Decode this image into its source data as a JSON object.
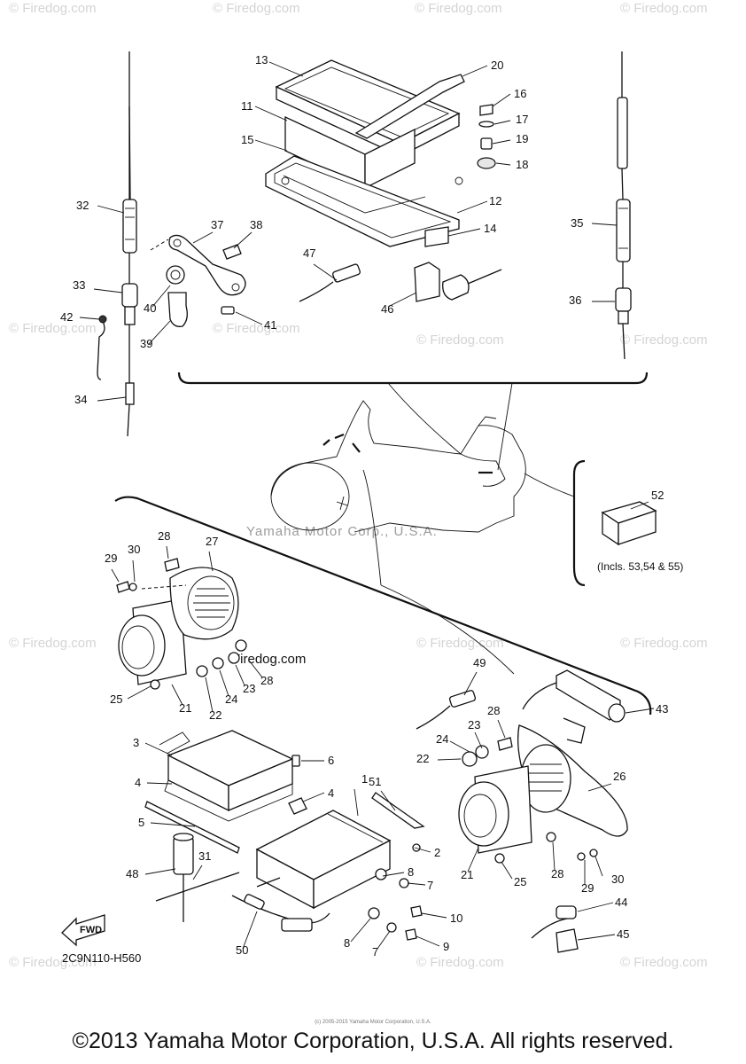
{
  "watermark": {
    "site": "© Firedog.com",
    "company_center": "Yamaha Motor Corp., U.S.A.",
    "inline": "Firedog.com"
  },
  "diagram": {
    "code": "2C9N110-H560",
    "fwd_label": "FWD",
    "note_52": "(Incls. 53,54 & 55)",
    "small_print": "(c) 2005-2015 Yamaha Motor Corporation, U.S.A.",
    "callouts": [
      "1",
      "2",
      "3",
      "4",
      "4",
      "5",
      "6",
      "7",
      "7",
      "8",
      "8",
      "9",
      "10",
      "11",
      "12",
      "13",
      "14",
      "15",
      "16",
      "17",
      "18",
      "19",
      "20",
      "21",
      "21",
      "22",
      "22",
      "23",
      "23",
      "24",
      "24",
      "25",
      "25",
      "26",
      "27",
      "28",
      "28",
      "28",
      "28",
      "29",
      "29",
      "30",
      "30",
      "31",
      "32",
      "33",
      "34",
      "35",
      "36",
      "37",
      "38",
      "39",
      "40",
      "41",
      "42",
      "43",
      "44",
      "45",
      "46",
      "47",
      "48",
      "49",
      "50",
      "51",
      "52"
    ]
  },
  "copyright": "©2013 Yamaha Motor Corporation, U.S.A. All rights reserved."
}
